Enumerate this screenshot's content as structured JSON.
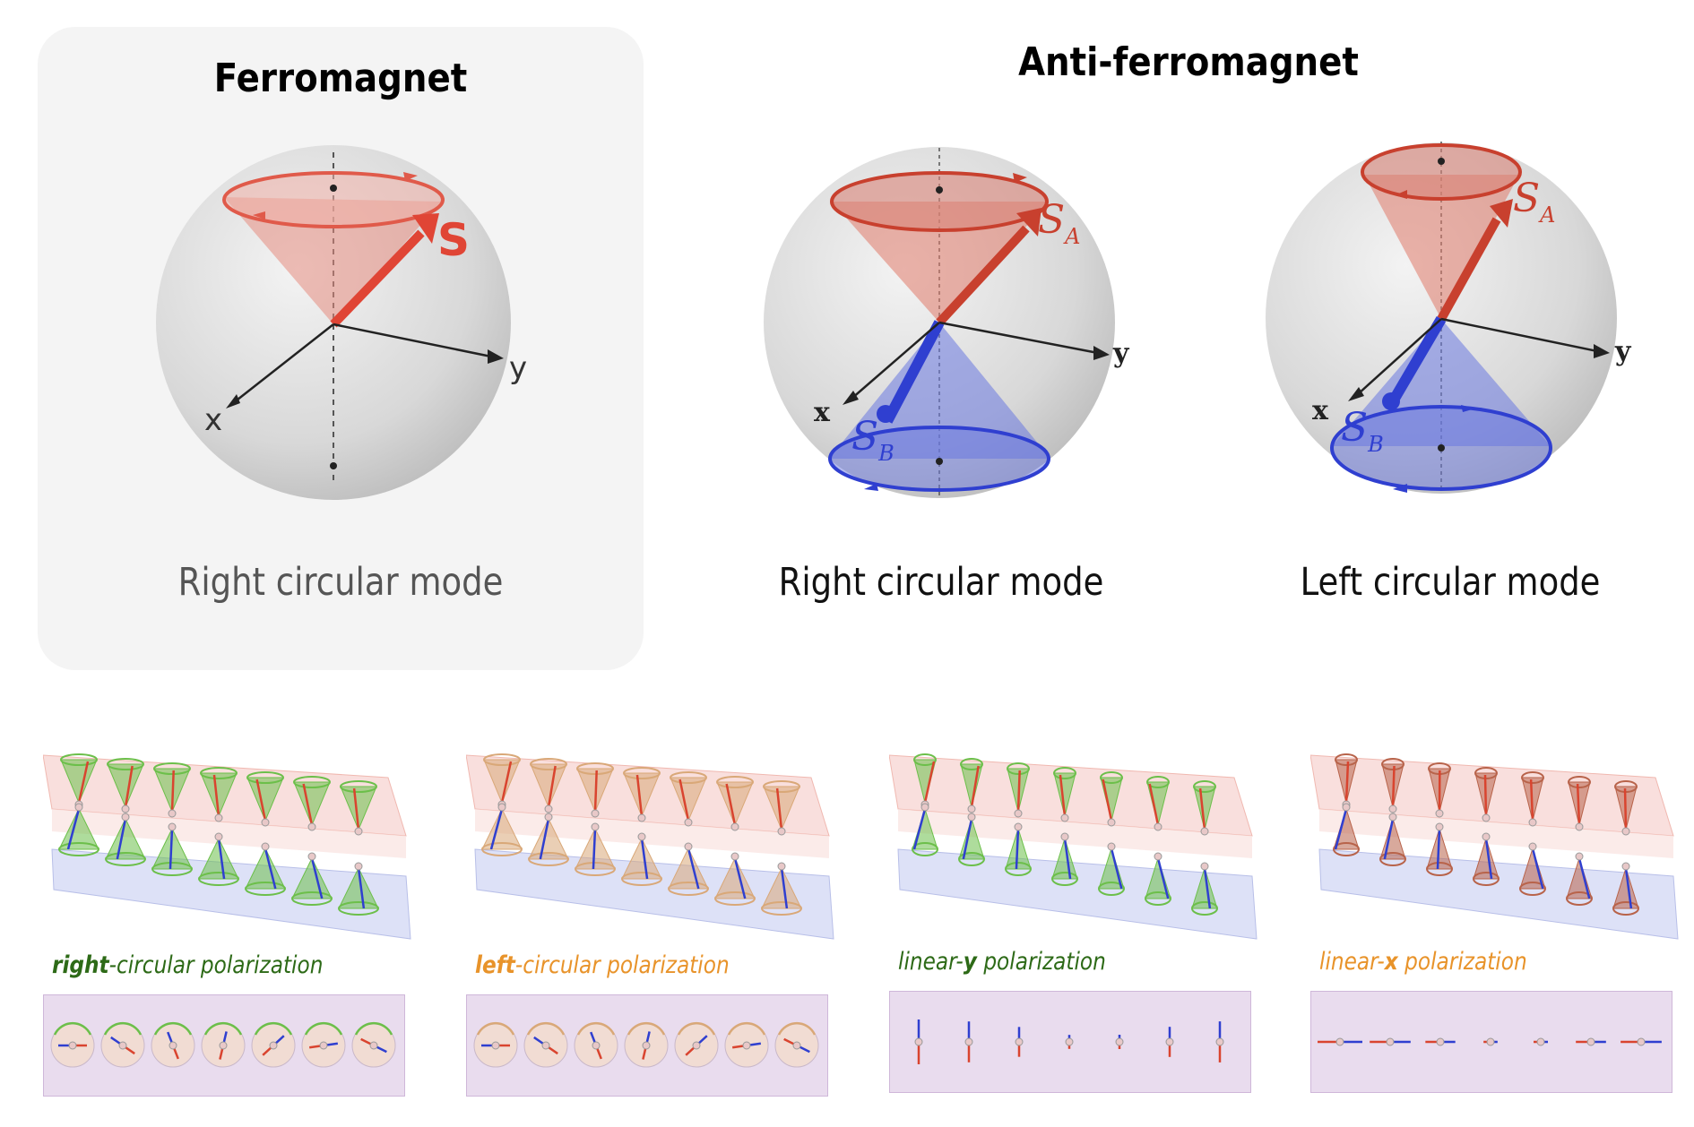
{
  "ferromagnet": {
    "title": "Ferromagnet",
    "mode_label": "Right circular mode",
    "spin_label": "S",
    "axis_x": "x",
    "axis_y": "y"
  },
  "antiferromagnet": {
    "title": "Anti-ferromagnet",
    "panels": [
      {
        "mode_label": "Right circular mode",
        "spin_a": "S",
        "spin_a_sub": "A",
        "spin_b": "S",
        "spin_b_sub": "B",
        "axis_x": "x",
        "axis_y": "y"
      },
      {
        "mode_label": "Left circular mode",
        "spin_a": "S",
        "spin_a_sub": "A",
        "spin_b": "S",
        "spin_b_sub": "B",
        "axis_x": "x",
        "axis_y": "y"
      }
    ]
  },
  "polarizations": [
    {
      "prefix": "",
      "bold": "right",
      "suffix": "-circular polarization",
      "color": "#2d6a17",
      "cone_color": "#6cbf4a"
    },
    {
      "prefix": "",
      "bold": "left",
      "suffix": "-circular polarization",
      "color": "#e8932a",
      "cone_color": "#d9a878"
    },
    {
      "prefix": "linear-",
      "bold": "y",
      "suffix": " polarization",
      "color": "#2d6a17",
      "cone_color": "#6cbf4a"
    },
    {
      "prefix": "linear-",
      "bold": "x",
      "suffix": " polarization",
      "color": "#e8932a",
      "cone_color": "#b8634a"
    }
  ],
  "colors": {
    "spin_a": "#d9442f",
    "spin_b": "#2f3fd0",
    "sphere": "#d9d9d9",
    "panel_bg": "#f4f4f4",
    "top_view_bg": "#e9dcee"
  }
}
